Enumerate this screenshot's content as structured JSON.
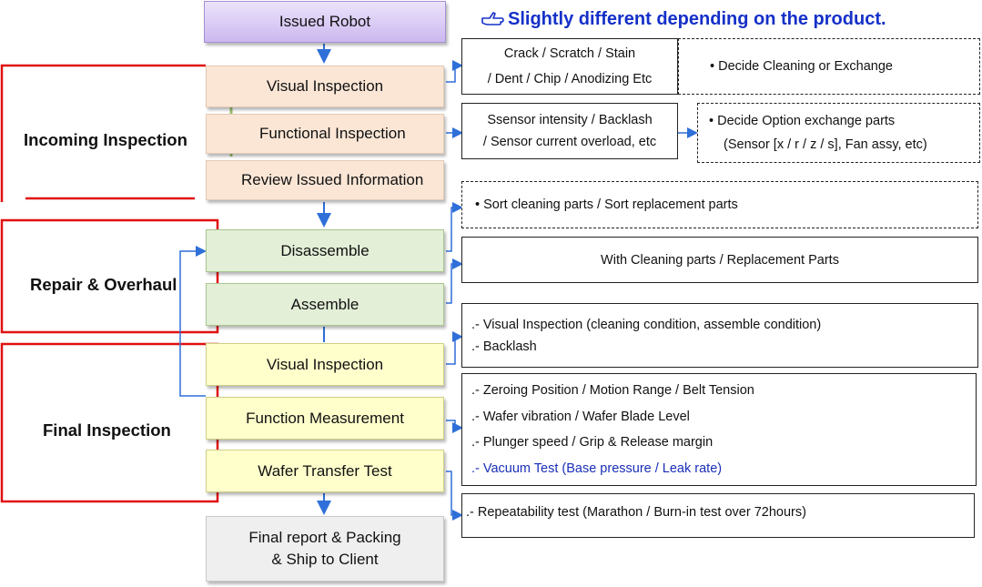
{
  "header_note": {
    "icon": "pointing-hand-icon",
    "text": "Slightly different depending on the product.",
    "color": "#1530c8"
  },
  "sections": {
    "incoming": "Incoming  Inspection",
    "repair": "Repair & Overhaul",
    "final": "Final Inspection"
  },
  "steps": {
    "issued_robot": "Issued Robot",
    "visual_inspection_1": "Visual Inspection",
    "functional_inspection": "Functional Inspection",
    "review_issued_information": "Review Issued Information",
    "disassemble": "Disassemble",
    "assemble": "Assemble",
    "visual_inspection_2": "Visual Inspection",
    "function_measurement": "Function Measurement",
    "wafer_transfer_test": "Wafer Transfer Test",
    "final_report_line1": "Final report & Packing",
    "final_report_line2": "& Ship to Client"
  },
  "notes": {
    "visual_defects": {
      "line1": "Crack / Scratch / Stain",
      "line2": "/ Dent / Chip / Anodizing  Etc"
    },
    "decide_cleaning": "Decide Cleaning or Exchange",
    "sensor": {
      "line1": "Ssensor intensity / Backlash",
      "line2": "/ Sensor current overload, etc"
    },
    "decide_option": {
      "line1": "Decide Option exchange parts",
      "line2": "(Sensor  [x / r / z / s], Fan assy, etc)"
    },
    "sort_parts": "Sort cleaning parts / Sort  replacement parts",
    "with_parts": "With Cleaning parts / Replacement Parts",
    "visual_check": {
      "line1": ".- Visual  Inspection (cleaning condition, assemble condition)",
      "line2": ".- Backlash"
    },
    "measurement": {
      "line1": ".- Zeroing Position / Motion Range / Belt Tension",
      "line2": ".- Wafer vibration / Wafer Blade Level",
      "line3": ".- Plunger speed / Grip & Release margin",
      "line4": ".- Vacuum Test (Base pressure / Leak rate)"
    },
    "repeatability": ".- Repeatability test (Marathon / Burn-in test over 72hours)"
  },
  "colors": {
    "red_frame": "#e01010",
    "arrow_blue": "#2f6fd8",
    "accent_text_blue": "#1a2fb8"
  }
}
